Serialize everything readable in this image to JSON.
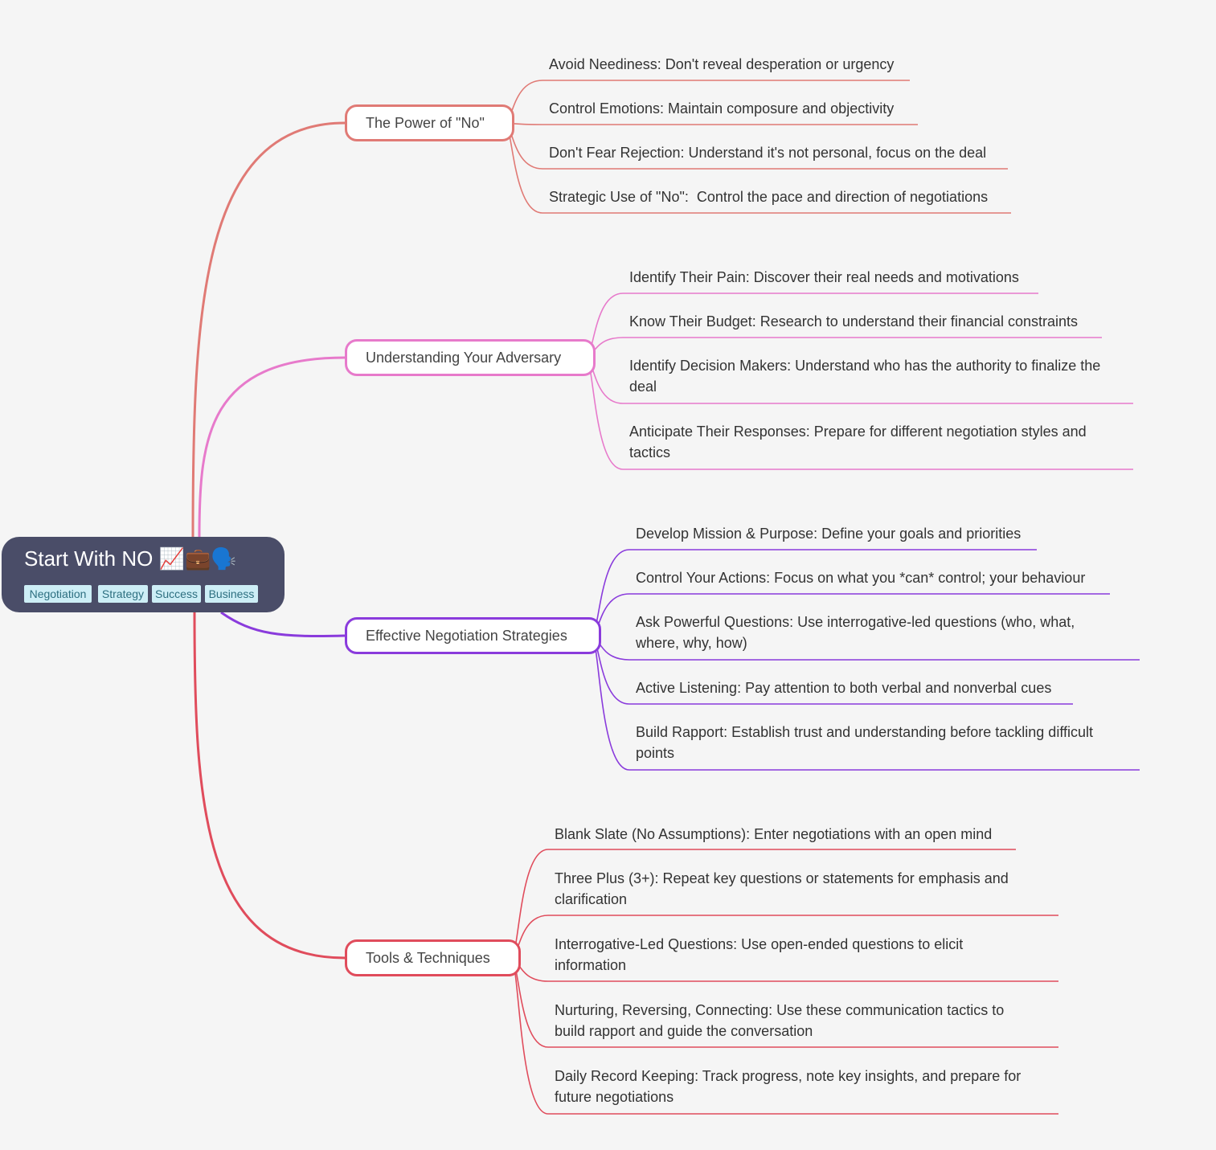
{
  "root": {
    "title": "Start With NO 📈💼🗣️",
    "tags": [
      "Negotiation",
      "Strategy",
      "Success",
      "Business"
    ]
  },
  "branches": [
    {
      "label": "The Power of \"No\"",
      "color": "#e07a75",
      "children": [
        "Avoid Neediness: Don't reveal desperation or urgency",
        "Control Emotions: Maintain composure and objectivity",
        "Don't Fear Rejection: Understand it's not personal, focus on the deal",
        "Strategic Use of \"No\":  Control the pace and direction of negotiations"
      ]
    },
    {
      "label": "Understanding Your Adversary",
      "color": "#e77acb",
      "children": [
        "Identify Their Pain: Discover their real needs and motivations",
        "Know Their Budget: Research to understand their financial constraints",
        "Identify Decision Makers: Understand who has the authority to finalize the\ndeal",
        "Anticipate Their Responses: Prepare for different negotiation styles and\ntactics"
      ]
    },
    {
      "label": "Effective Negotiation Strategies",
      "color": "#8a3bdc",
      "children": [
        "Develop Mission & Purpose: Define your goals and priorities",
        "Control Your Actions: Focus on what you *can* control; your behaviour",
        "Ask Powerful Questions: Use interrogative-led questions (who, what,\nwhere, why, how)",
        "Active Listening: Pay attention to both verbal and nonverbal cues",
        "Build Rapport: Establish trust and understanding before tackling difficult\npoints"
      ]
    },
    {
      "label": "Tools & Techniques",
      "color": "#e04c5c",
      "children": [
        "Blank Slate (No Assumptions): Enter negotiations with an open mind",
        "Three Plus (3+): Repeat key questions or statements for emphasis and\nclarification",
        "Interrogative-Led Questions: Use open-ended questions to elicit\ninformation",
        "Nurturing, Reversing, Connecting: Use these communication tactics to\nbuild rapport and guide the conversation",
        "Daily Record Keeping: Track progress, note key insights, and prepare for\nfuture negotiations"
      ]
    }
  ]
}
